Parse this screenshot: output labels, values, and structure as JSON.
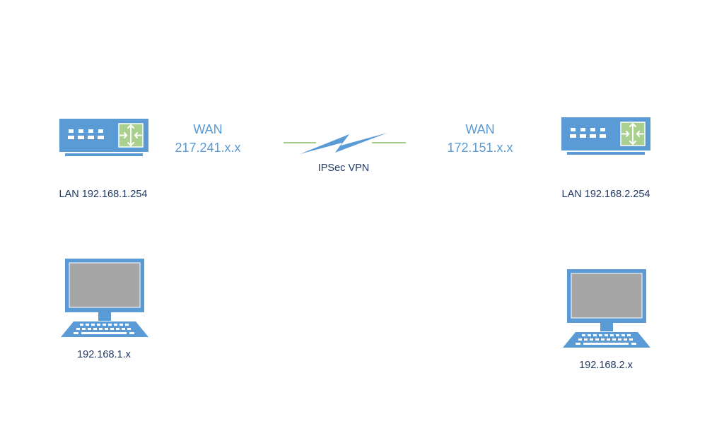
{
  "left": {
    "router_lan": "LAN 192.168.1.254",
    "wan_title": "WAN",
    "wan_ip": "217.241.x.x",
    "pc_ip": "192.168.1.x"
  },
  "right": {
    "router_lan": "LAN 192.168.2.254",
    "wan_title": "WAN",
    "wan_ip": "172.151.x.x",
    "pc_ip": "192.168.2.x"
  },
  "vpn": {
    "label": "IPSec VPN"
  },
  "colors": {
    "device_blue": "#5b9bd5",
    "screen_gray": "#a6a6a6",
    "switch_green": "#a9d08e",
    "line_green": "#70ad47",
    "text_dark": "#1f3864",
    "text_blue": "#5b9bd5"
  },
  "icons": [
    "router-icon",
    "computer-icon",
    "lightning-icon"
  ]
}
